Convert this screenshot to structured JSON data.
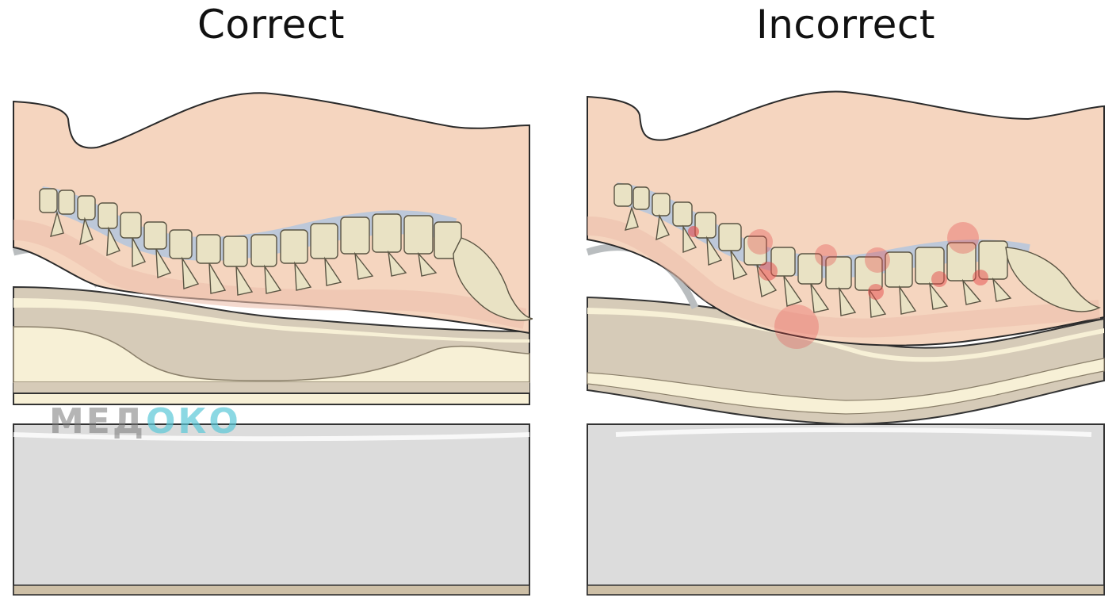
{
  "panels": {
    "left": {
      "title": "Correct"
    },
    "right": {
      "title": "Incorrect"
    }
  },
  "watermark": {
    "text": "МЕД",
    "accent": "ОКО"
  },
  "colors": {
    "skin": "#f5d5bf",
    "skin_shadow": "#ecc0ad",
    "bone": "#e9e2c4",
    "disc": "#b7c6dc",
    "mattress_dark": "#d6cbb8",
    "mattress_light": "#f7f0d6",
    "base": "#dcdcdc",
    "pain": "#e54a4a"
  },
  "icons": [
    "spine-illustration",
    "mattress-illustration",
    "pain-spot-icon"
  ]
}
